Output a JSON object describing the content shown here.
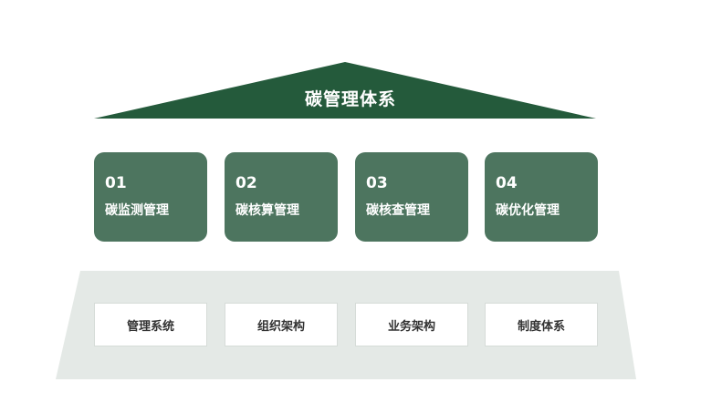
{
  "roof": {
    "title": "碳管理体系",
    "color": "#245a3b"
  },
  "pillars": [
    {
      "num": "01",
      "label": "碳监测管理"
    },
    {
      "num": "02",
      "label": "碳核算管理"
    },
    {
      "num": "03",
      "label": "碳核查管理"
    },
    {
      "num": "04",
      "label": "碳优化管理"
    }
  ],
  "foundation": {
    "items": [
      {
        "label": "管理系统"
      },
      {
        "label": "组织架构"
      },
      {
        "label": "业务架构"
      },
      {
        "label": "制度体系"
      }
    ],
    "color": "#e4e9e6"
  },
  "colors": {
    "pillar": "#4d755f",
    "text_light": "#ffffff",
    "text_dark": "#333333"
  }
}
